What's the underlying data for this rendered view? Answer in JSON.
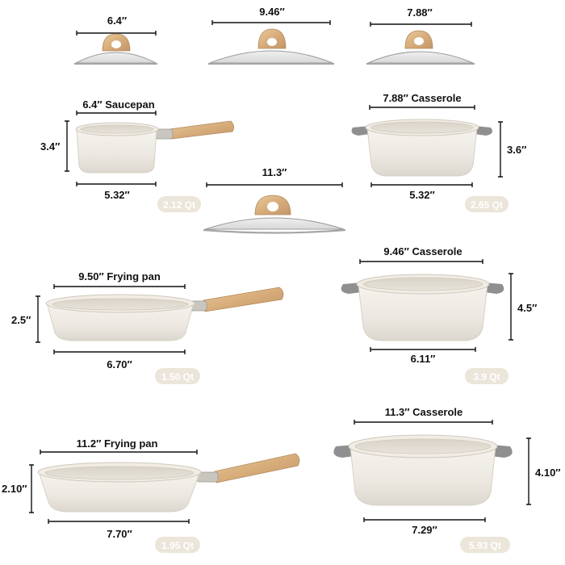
{
  "lids": {
    "small": "6.4″",
    "medium": "9.46″",
    "medium_casserole": "7.88″",
    "large": "11.3″"
  },
  "saucepan": {
    "title": "6.4″ Saucepan",
    "height": "3.4″",
    "base": "5.32″",
    "capacity": "2.12 Qt"
  },
  "casserole_small": {
    "title": "7.88″ Casserole",
    "height": "3.6″",
    "base": "5.32″",
    "capacity": "2.65 Qt"
  },
  "frying_pan_small": {
    "title": "9.50″ Frying pan",
    "height": "2.5″",
    "base": "6.70″",
    "capacity": "1.50 Qt"
  },
  "casserole_medium": {
    "title": "9.46″ Casserole",
    "height": "4.5″",
    "base": "6.11″",
    "capacity": "3.9 Qt"
  },
  "frying_pan_large": {
    "title": "11.2″ Frying pan",
    "height": "2.10″",
    "base": "7.70″",
    "capacity": "1.95 Qt"
  },
  "casserole_large": {
    "title": "11.3″ Casserole",
    "height": "4.10″",
    "base": "7.29″",
    "capacity": "5.93 Qt"
  }
}
